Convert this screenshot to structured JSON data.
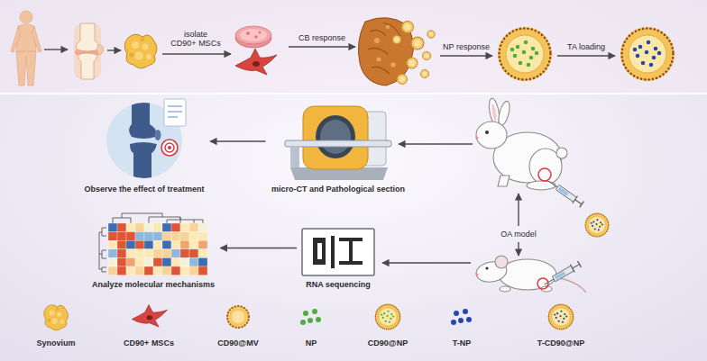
{
  "diagram": {
    "nodes": [
      {
        "text": [
          "Observe the effect of treatment"
        ]
      },
      {
        "text": [
          "micro-CT and Pathological section"
        ]
      },
      {
        "text": [
          "Analyze molecular mechanisms"
        ]
      },
      {
        "text": [
          "RNA sequencing"
        ]
      }
    ],
    "edges": [
      {
        "from": 1,
        "to": 0,
        "arrow": "to"
      },
      {
        "from": 3,
        "to": 2,
        "arrow": "to"
      }
    ],
    "labels": [
      "isolate CD90+ MSCs",
      "CB response",
      "NP response",
      "TA loading",
      "OA model"
    ],
    "legend": [
      {
        "text": "Synovium"
      },
      {
        "text": "CD90+ MSCs"
      },
      {
        "text": "CD90@MV"
      },
      {
        "text": "NP"
      },
      {
        "text": "CD90@NP"
      },
      {
        "text": "T-NP"
      },
      {
        "text": "T-CD90@NP"
      }
    ]
  }
}
